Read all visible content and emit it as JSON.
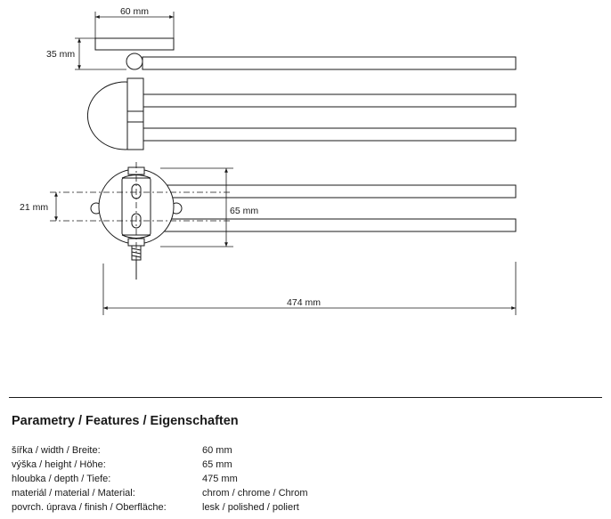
{
  "drawing": {
    "dimensions": {
      "top_width": "60 mm",
      "top_height": "35 mm",
      "hole_spacing": "21 mm",
      "total_height": "65 mm",
      "total_length": "474 mm"
    }
  },
  "section_title": "Parametry / Features / Eigenschaften",
  "specs": [
    {
      "label": "šířka / width / Breite:",
      "value": "60 mm"
    },
    {
      "label": "výška / height / Höhe:",
      "value": "65 mm"
    },
    {
      "label": "hloubka / depth / Tiefe:",
      "value": "475 mm"
    },
    {
      "label": "materiál / material / Material:",
      "value": "chrom / chrome / Chrom"
    },
    {
      "label": "povrch. úprava / finish / Oberfläche:",
      "value": "lesk / polished / poliert"
    }
  ]
}
